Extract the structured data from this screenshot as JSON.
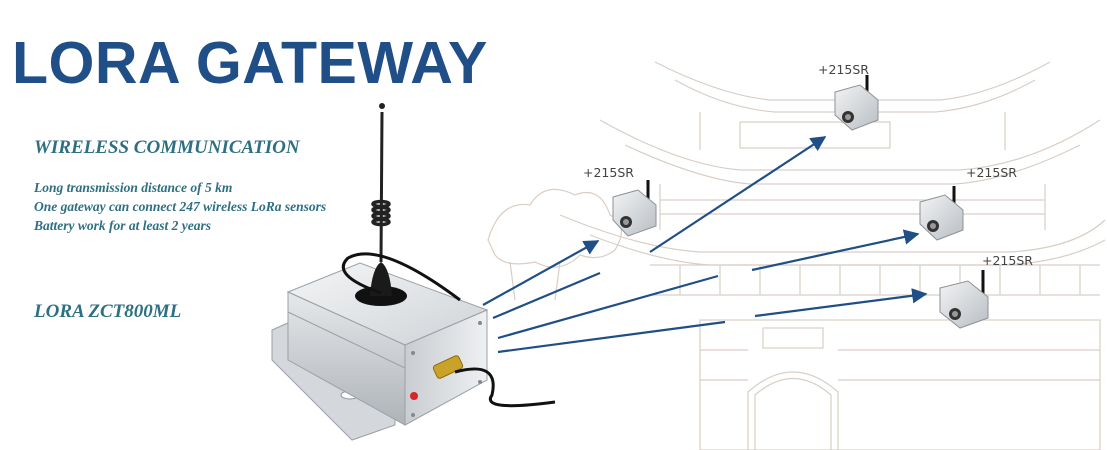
{
  "header": {
    "title": "LORA GATEWAY"
  },
  "info": {
    "subtitle": "WIRELESS COMMUNICATION",
    "features": [
      "Long transmission distance of 5 km",
      "One gateway can connect 247 wireless LoRa sensors",
      "Battery work for at least 2 years"
    ],
    "model": "LORA ZCT800ML"
  },
  "sensors": [
    {
      "label": "+215SR"
    },
    {
      "label": "+215SR"
    },
    {
      "label": "+215SR"
    },
    {
      "label": "+215SR"
    }
  ],
  "colors": {
    "title": "#1f4f86",
    "text": "#2e6f83",
    "arrow": "#1f4f86",
    "background_sketch": "#d9cec6"
  }
}
